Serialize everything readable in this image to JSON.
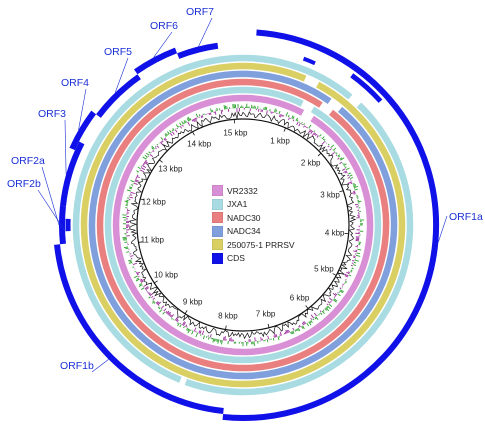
{
  "legend": [
    {
      "label": "VR2332",
      "color": "#d98fd6"
    },
    {
      "label": "JXA1",
      "color": "#a8dbe2"
    },
    {
      "label": "NADC30",
      "color": "#ea7f7f"
    },
    {
      "label": "NADC34",
      "color": "#7f9fdd"
    },
    {
      "label": "250075-1 PRRSV",
      "color": "#d9cf63"
    },
    {
      "label": "CDS",
      "color": "#1010e8"
    }
  ],
  "kbp_ticks": [
    "1 kbp",
    "2 kbp",
    "3 kbp",
    "4 kbp",
    "5 kbp",
    "6 kbp",
    "7 kbp",
    "8 kbp",
    "9 kbp",
    "10 kbp",
    "11 kbp",
    "12 kbp",
    "13 kbp",
    "14 kbp",
    "15 kbp"
  ],
  "orfs": {
    "orf1a": "ORF1a",
    "orf1b": "ORF1b",
    "orf2a": "ORF2a",
    "orf2b": "ORF2b",
    "orf3": "ORF3",
    "orf4": "ORF4",
    "orf5": "ORF5",
    "orf6": "ORF6",
    "orf7": "ORF7"
  },
  "colors": {
    "cds": "#1010e8",
    "gc_content": "#111111",
    "gc_skew_pos": "#2ca02c",
    "gc_skew_neg": "#9b2d9b",
    "label": "#1a2fd6"
  }
}
